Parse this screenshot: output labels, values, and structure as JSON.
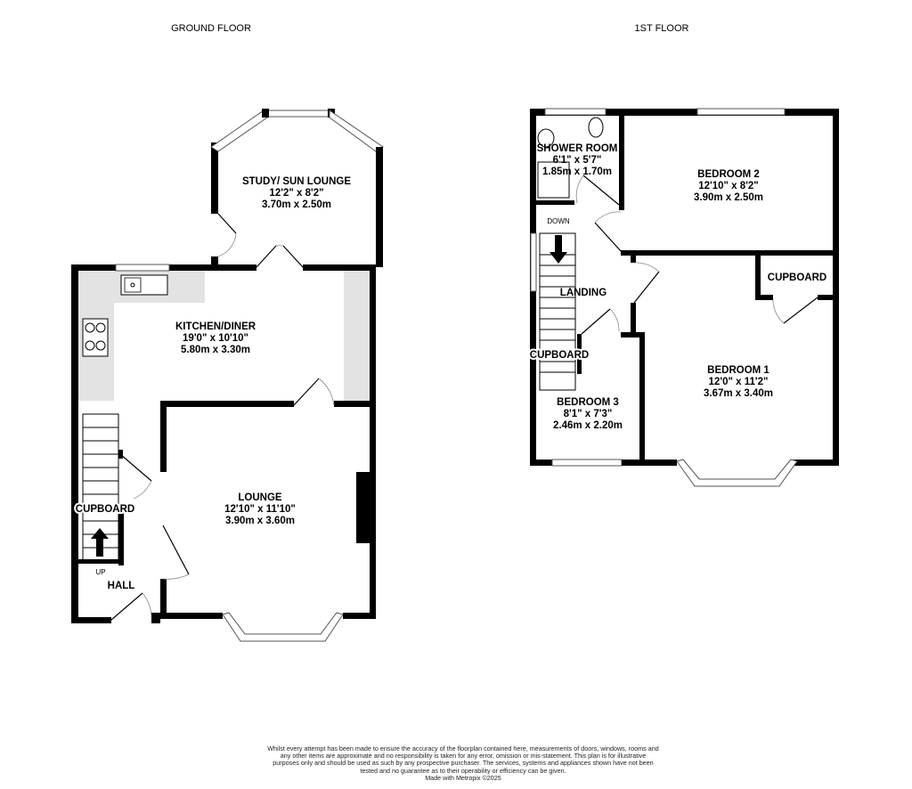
{
  "floors": [
    {
      "title": "GROUND FLOOR",
      "rooms": [
        {
          "name": "STUDY/ SUN LOUNGE",
          "imperial": "12'2\"  x 8'2\"",
          "metric": "3.70m  x 2.50m"
        },
        {
          "name": "KITCHEN/DINER",
          "imperial": "19'0\"  x 10'10\"",
          "metric": "5.80m  x 3.30m"
        },
        {
          "name": "LOUNGE",
          "imperial": "12'10\"  x 11'10\"",
          "metric": "3.90m  x 3.60m"
        },
        {
          "name": "HALL"
        },
        {
          "name": "CUPBOARD"
        }
      ],
      "stairs_label": "UP"
    },
    {
      "title": "1ST FLOOR",
      "rooms": [
        {
          "name": "SHOWER ROOM",
          "imperial": "6'1\"  x 5'7\"",
          "metric": "1.85m  x 1.70m"
        },
        {
          "name": "BEDROOM 2",
          "imperial": "12'10\"  x 8'2\"",
          "metric": "3.90m  x 2.50m"
        },
        {
          "name": "CUPBOARD"
        },
        {
          "name": "LANDING"
        },
        {
          "name": "BEDROOM 1",
          "imperial": "12'0\"  x 11'2\"",
          "metric": "3.67m  x 3.40m"
        },
        {
          "name": "CUPBOARD"
        },
        {
          "name": "BEDROOM 3",
          "imperial": "8'1\"  x 7'3\"",
          "metric": "2.46m  x 2.20m"
        }
      ],
      "stairs_label": "DOWN"
    }
  ],
  "disclaimer": "Whilst every attempt has been made to ensure the accuracy of the floorplan contained here, measurements of doors, windows, rooms and any other items are approximate and no responsibility is taken for any error, omission or mis-statement. This plan is for illustrative purposes only and should be used as such by any prospective purchaser. The services, systems and appliances shown have not been tested and no guarantee as to their operability or efficiency can be given.",
  "credit": "Made with Metropix ©2025",
  "colors": {
    "wall": "#000000",
    "worktop": "#e3e3e3"
  }
}
